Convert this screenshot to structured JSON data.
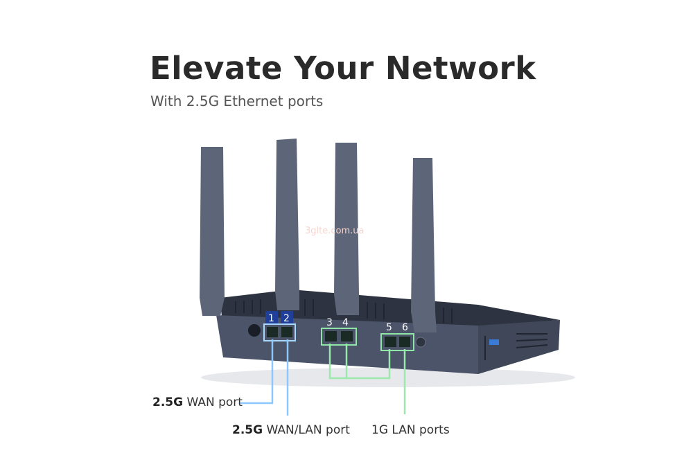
{
  "heading": {
    "title": "Elevate Your Network",
    "subtitle": "With 2.5G Ethernet ports"
  },
  "watermark": "3glte.com.ua",
  "router": {
    "ports": [
      {
        "number": "1",
        "color": "#4aa3ff"
      },
      {
        "number": "2",
        "color": "#4aa3ff"
      },
      {
        "number": "3",
        "color": "#5fd47a"
      },
      {
        "number": "4",
        "color": "#5fd47a"
      },
      {
        "number": "5",
        "color": "#5fd47a"
      },
      {
        "number": "6",
        "color": "#5fd47a"
      }
    ],
    "body_color": "#4b5468",
    "antenna_color": "#5d6679"
  },
  "callouts": {
    "wan": {
      "bold": "2.5G",
      "text": " WAN port"
    },
    "wanlan": {
      "bold": "2.5G",
      "text": " WAN/LAN port"
    },
    "lan": {
      "text": "1G LAN ports"
    }
  }
}
